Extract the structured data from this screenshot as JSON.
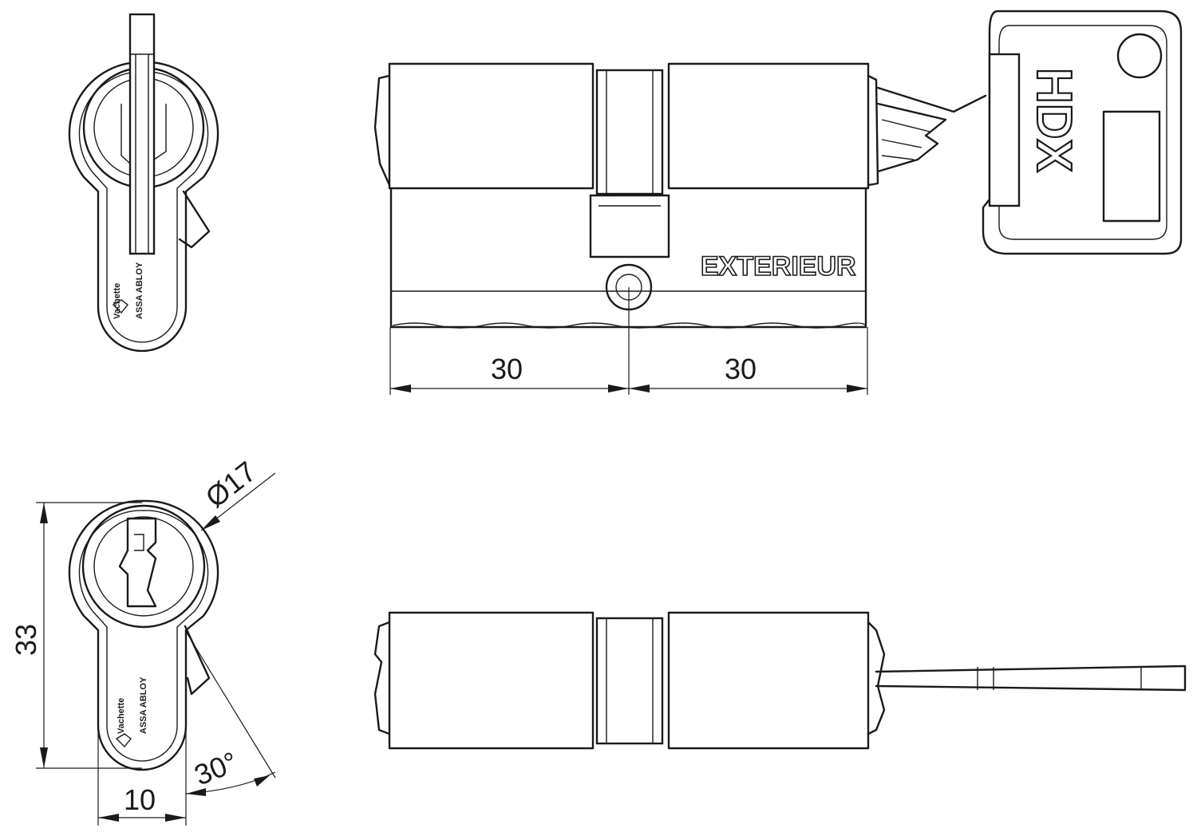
{
  "labels": {
    "exterior": "EXTERIEUR",
    "key_brand": "HDX",
    "brand_line1": "Vachette",
    "brand_line2": "ASSA ABLOY"
  },
  "dimensions": {
    "left_length": "30",
    "right_length": "30",
    "diameter": "Ø17",
    "height": "33",
    "width": "10",
    "angle": "30°"
  }
}
